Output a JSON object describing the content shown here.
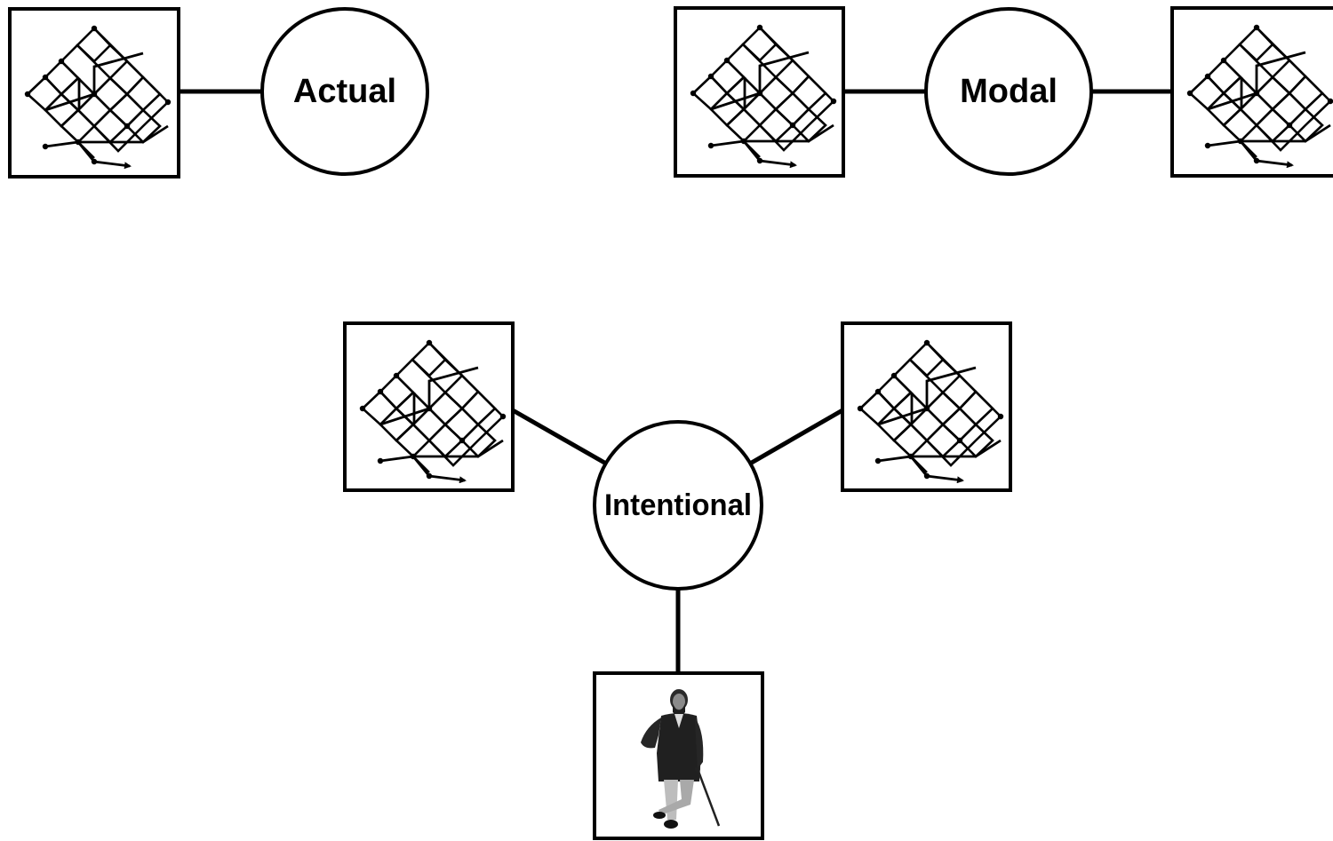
{
  "nodes": {
    "actual": {
      "label": "Actual"
    },
    "modal": {
      "label": "Modal"
    },
    "intentional": {
      "label": "Intentional"
    }
  },
  "icons": {
    "lattice": "lattice-trajectory-icon",
    "person": "person-with-cane-photo"
  }
}
